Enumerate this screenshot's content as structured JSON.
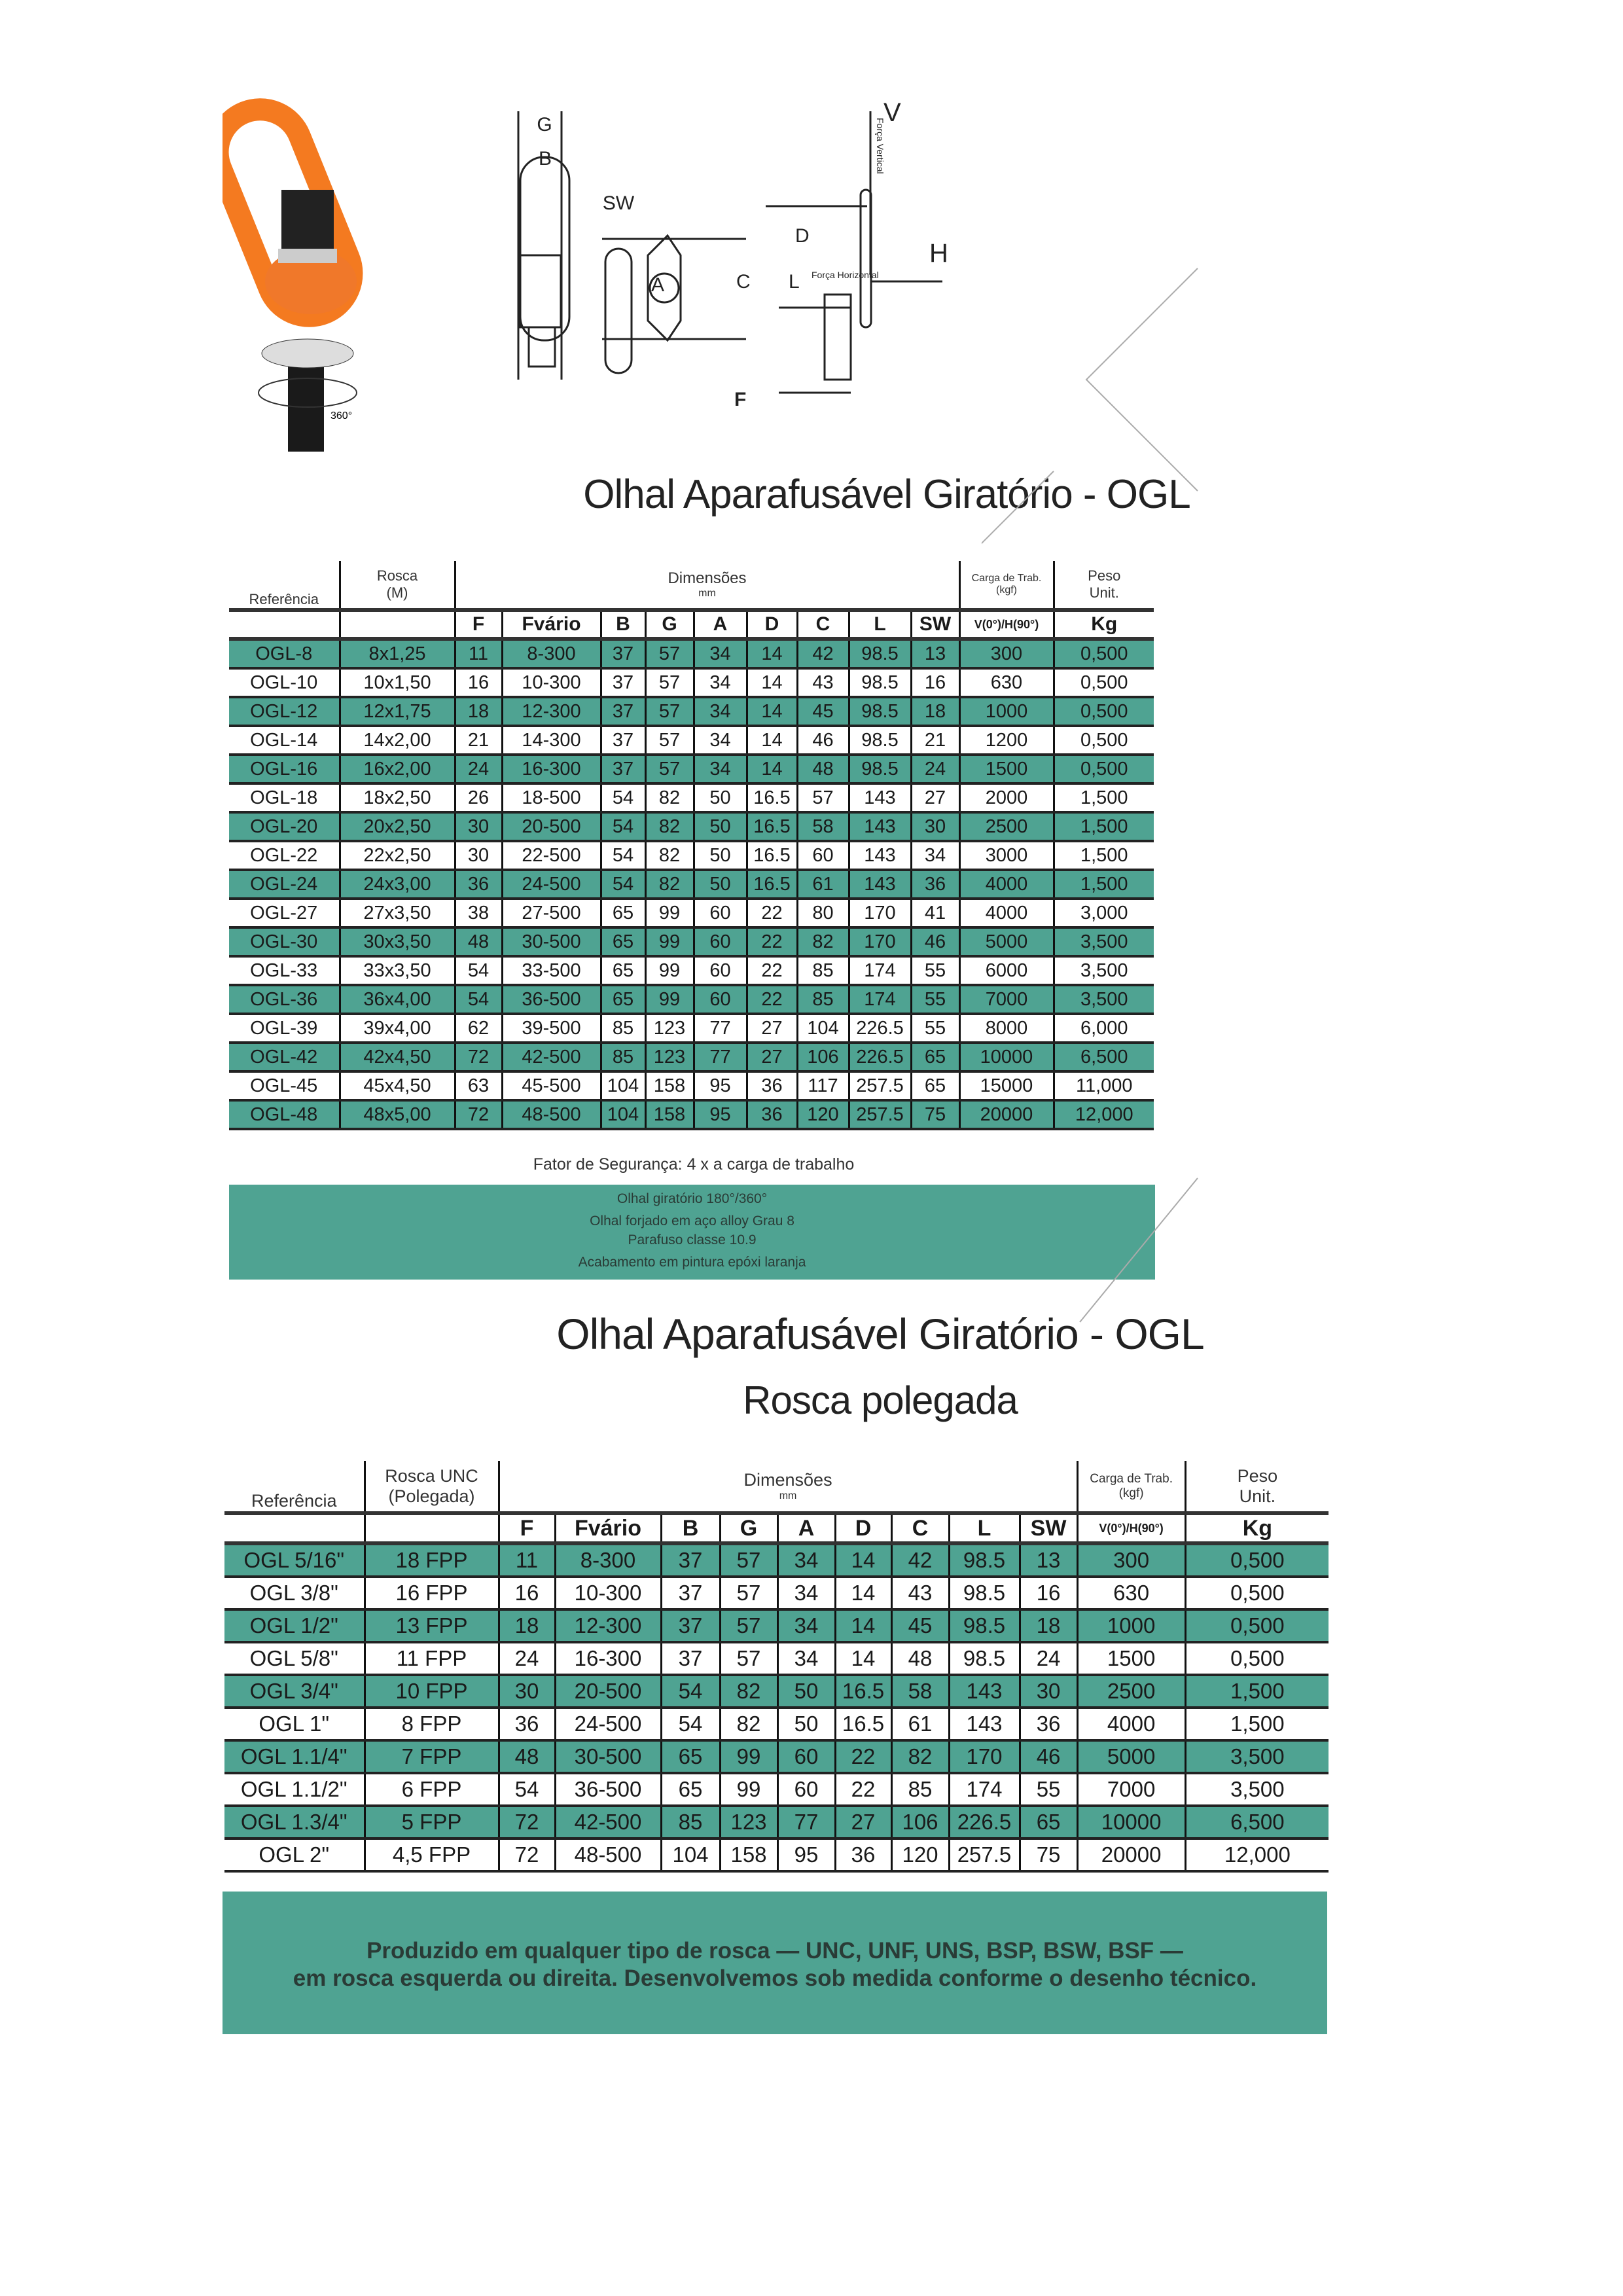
{
  "diagram": {
    "labels": {
      "G": "G",
      "B": "B",
      "SW": "SW",
      "A": "A",
      "D": "D",
      "L": "L",
      "C": "C",
      "F": "F",
      "V": "V",
      "H": "H"
    },
    "forca_vertical": "Força Vertical",
    "forca_horizontal": "Força Horizontal",
    "rotation": "360°"
  },
  "colors": {
    "green": "#4fa392",
    "orange": "#f47a20"
  },
  "section1": {
    "title": "Olhal Aparafusável Giratório - OGL",
    "header": {
      "referencia": "Referência",
      "rosca": "Rosca",
      "rosca_unit": "(M)",
      "dimensoes": "Dimensões",
      "dim_unit": "mm",
      "carga": "Carga de Trab.",
      "carga_unit": "(kgf)",
      "peso": "Peso",
      "peso_unit": "Unit."
    },
    "columns": [
      "F",
      "Fvário",
      "B",
      "G",
      "A",
      "D",
      "C",
      "L",
      "SW",
      "V(0°)/H(90°)",
      "Kg"
    ],
    "rows": [
      [
        "OGL-8",
        "8x1,25",
        "11",
        "8-300",
        "37",
        "57",
        "34",
        "14",
        "42",
        "98.5",
        "13",
        "300",
        "0,500"
      ],
      [
        "OGL-10",
        "10x1,50",
        "16",
        "10-300",
        "37",
        "57",
        "34",
        "14",
        "43",
        "98.5",
        "16",
        "630",
        "0,500"
      ],
      [
        "OGL-12",
        "12x1,75",
        "18",
        "12-300",
        "37",
        "57",
        "34",
        "14",
        "45",
        "98.5",
        "18",
        "1000",
        "0,500"
      ],
      [
        "OGL-14",
        "14x2,00",
        "21",
        "14-300",
        "37",
        "57",
        "34",
        "14",
        "46",
        "98.5",
        "21",
        "1200",
        "0,500"
      ],
      [
        "OGL-16",
        "16x2,00",
        "24",
        "16-300",
        "37",
        "57",
        "34",
        "14",
        "48",
        "98.5",
        "24",
        "1500",
        "0,500"
      ],
      [
        "OGL-18",
        "18x2,50",
        "26",
        "18-500",
        "54",
        "82",
        "50",
        "16.5",
        "57",
        "143",
        "27",
        "2000",
        "1,500"
      ],
      [
        "OGL-20",
        "20x2,50",
        "30",
        "20-500",
        "54",
        "82",
        "50",
        "16.5",
        "58",
        "143",
        "30",
        "2500",
        "1,500"
      ],
      [
        "OGL-22",
        "22x2,50",
        "30",
        "22-500",
        "54",
        "82",
        "50",
        "16.5",
        "60",
        "143",
        "34",
        "3000",
        "1,500"
      ],
      [
        "OGL-24",
        "24x3,00",
        "36",
        "24-500",
        "54",
        "82",
        "50",
        "16.5",
        "61",
        "143",
        "36",
        "4000",
        "1,500"
      ],
      [
        "OGL-27",
        "27x3,50",
        "38",
        "27-500",
        "65",
        "99",
        "60",
        "22",
        "80",
        "170",
        "41",
        "4000",
        "3,000"
      ],
      [
        "OGL-30",
        "30x3,50",
        "48",
        "30-500",
        "65",
        "99",
        "60",
        "22",
        "82",
        "170",
        "46",
        "5000",
        "3,500"
      ],
      [
        "OGL-33",
        "33x3,50",
        "54",
        "33-500",
        "65",
        "99",
        "60",
        "22",
        "85",
        "174",
        "55",
        "6000",
        "3,500"
      ],
      [
        "OGL-36",
        "36x4,00",
        "54",
        "36-500",
        "65",
        "99",
        "60",
        "22",
        "85",
        "174",
        "55",
        "7000",
        "3,500"
      ],
      [
        "OGL-39",
        "39x4,00",
        "62",
        "39-500",
        "85",
        "123",
        "77",
        "27",
        "104",
        "226.5",
        "55",
        "8000",
        "6,000"
      ],
      [
        "OGL-42",
        "42x4,50",
        "72",
        "42-500",
        "85",
        "123",
        "77",
        "27",
        "106",
        "226.5",
        "65",
        "10000",
        "6,500"
      ],
      [
        "OGL-45",
        "45x4,50",
        "63",
        "45-500",
        "104",
        "158",
        "95",
        "36",
        "117",
        "257.5",
        "65",
        "15000",
        "11,000"
      ],
      [
        "OGL-48",
        "48x5,00",
        "72",
        "48-500",
        "104",
        "158",
        "95",
        "36",
        "120",
        "257.5",
        "75",
        "20000",
        "12,000"
      ]
    ],
    "safety": "Fator de Segurança: 4 x a carga de trabalho",
    "features": [
      "Olhal giratório 180°/360°",
      "Olhal forjado em aço alloy Grau 8",
      "Parafuso classe 10.9",
      "Acabamento em pintura epóxi laranja"
    ]
  },
  "section2": {
    "title": "Olhal Aparafusável Giratório - OGL",
    "subtitle": "Rosca polegada",
    "header": {
      "referencia": "Referência",
      "rosca": "Rosca UNC",
      "rosca_unit": "(Polegada)",
      "dimensoes": "Dimensões",
      "dim_unit": "mm",
      "carga": "Carga de Trab.",
      "carga_unit": "(kgf)",
      "peso": "Peso",
      "peso_unit": "Unit."
    },
    "columns": [
      "F",
      "Fvário",
      "B",
      "G",
      "A",
      "D",
      "C",
      "L",
      "SW",
      "V(0°)/H(90°)",
      "Kg"
    ],
    "rows": [
      [
        "OGL 5/16\"",
        "18 FPP",
        "11",
        "8-300",
        "37",
        "57",
        "34",
        "14",
        "42",
        "98.5",
        "13",
        "300",
        "0,500"
      ],
      [
        "OGL 3/8\"",
        "16 FPP",
        "16",
        "10-300",
        "37",
        "57",
        "34",
        "14",
        "43",
        "98.5",
        "16",
        "630",
        "0,500"
      ],
      [
        "OGL 1/2\"",
        "13 FPP",
        "18",
        "12-300",
        "37",
        "57",
        "34",
        "14",
        "45",
        "98.5",
        "18",
        "1000",
        "0,500"
      ],
      [
        "OGL 5/8\"",
        "11 FPP",
        "24",
        "16-300",
        "37",
        "57",
        "34",
        "14",
        "48",
        "98.5",
        "24",
        "1500",
        "0,500"
      ],
      [
        "OGL 3/4\"",
        "10 FPP",
        "30",
        "20-500",
        "54",
        "82",
        "50",
        "16.5",
        "58",
        "143",
        "30",
        "2500",
        "1,500"
      ],
      [
        "OGL 1\"",
        "8 FPP",
        "36",
        "24-500",
        "54",
        "82",
        "50",
        "16.5",
        "61",
        "143",
        "36",
        "4000",
        "1,500"
      ],
      [
        "OGL 1.1/4\"",
        "7 FPP",
        "48",
        "30-500",
        "65",
        "99",
        "60",
        "22",
        "82",
        "170",
        "46",
        "5000",
        "3,500"
      ],
      [
        "OGL 1.1/2\"",
        "6 FPP",
        "54",
        "36-500",
        "65",
        "99",
        "60",
        "22",
        "85",
        "174",
        "55",
        "7000",
        "3,500"
      ],
      [
        "OGL 1.3/4\"",
        "5 FPP",
        "72",
        "42-500",
        "85",
        "123",
        "77",
        "27",
        "106",
        "226.5",
        "65",
        "10000",
        "6,500"
      ],
      [
        "OGL 2\"",
        "4,5 FPP",
        "72",
        "48-500",
        "104",
        "158",
        "95",
        "36",
        "120",
        "257.5",
        "75",
        "20000",
        "12,000"
      ]
    ],
    "footer": [
      "Produzido em qualquer tipo de rosca — UNC, UNF, UNS, BSP, BSW, BSF —",
      "em rosca esquerda ou direita. Desenvolvemos sob medida conforme o desenho técnico."
    ]
  }
}
